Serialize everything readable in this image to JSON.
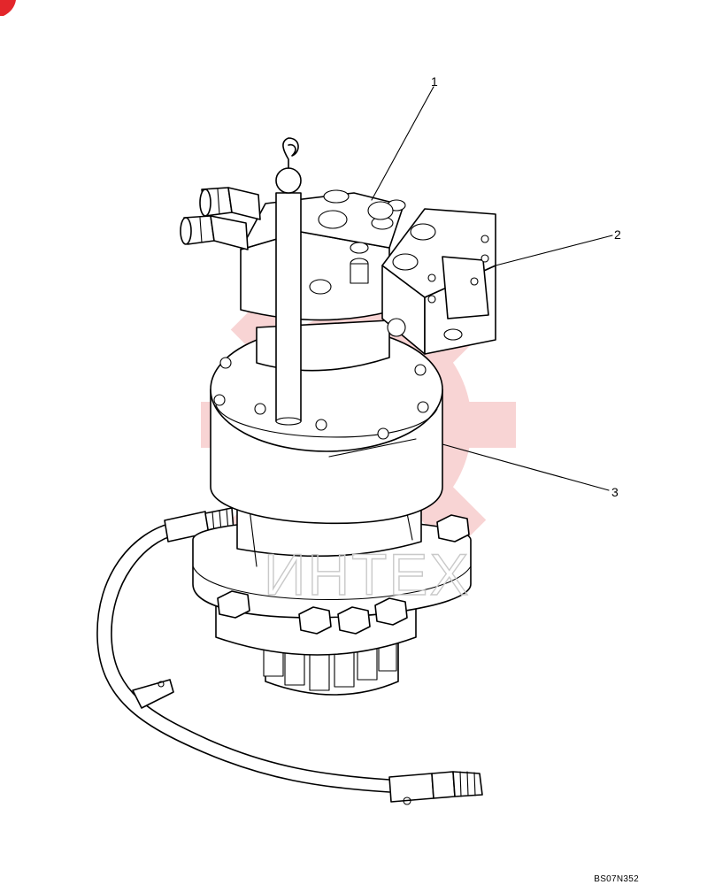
{
  "callouts": [
    {
      "id": "1",
      "label": "1"
    },
    {
      "id": "2",
      "label": "2"
    },
    {
      "id": "3",
      "label": "3"
    }
  ],
  "drawing_id": "BS07N352",
  "watermark": {
    "text": "ИНТЕХ",
    "gear_color": "#f6c6c6",
    "text_color": "#c9c9c9"
  },
  "corner_mark_color": "#e3262b",
  "icons": {
    "corner": "corner-mark-icon",
    "watermark": "gear-watermark-icon"
  }
}
